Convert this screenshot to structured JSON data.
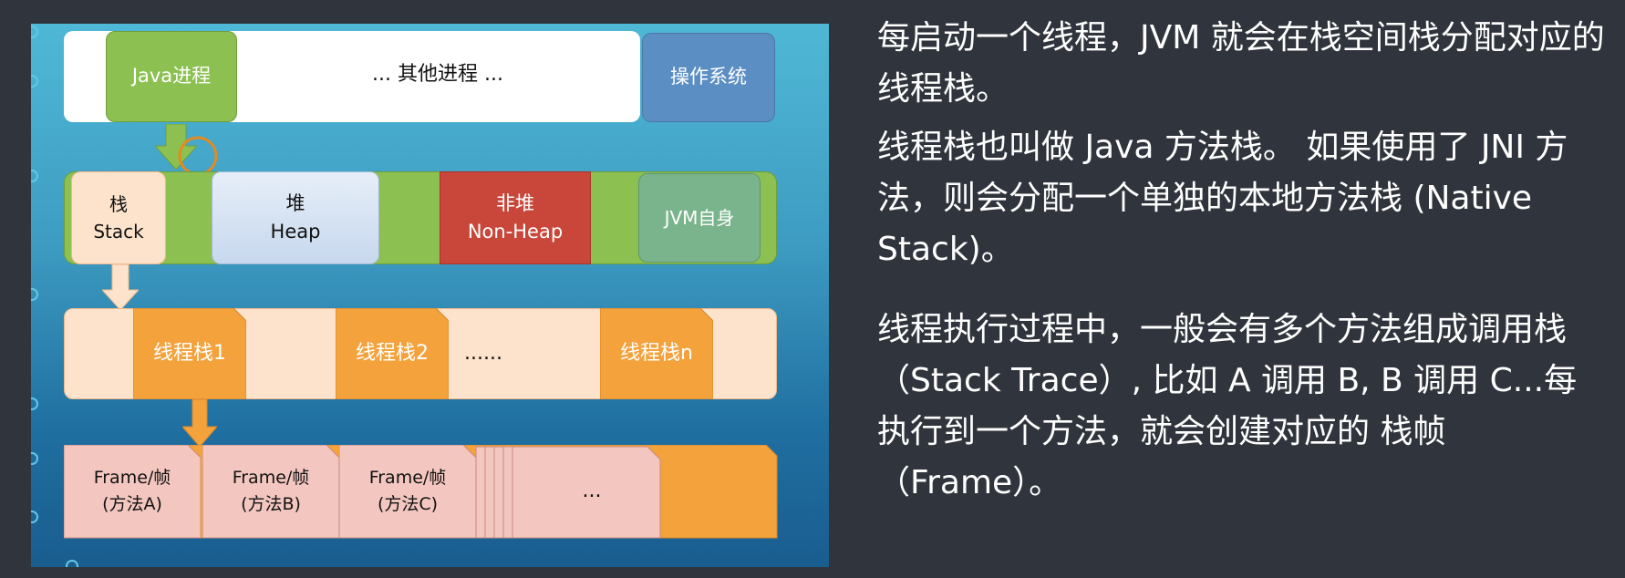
{
  "diagram": {
    "row1": {
      "java_process": "Java进程",
      "other_processes": "... 其他进程 ...",
      "operating_system": "操作系统"
    },
    "row2": {
      "stack_cn": "栈",
      "stack_en": "Stack",
      "heap_cn": "堆",
      "heap_en": "Heap",
      "nonheap_cn": "非堆",
      "nonheap_en": "Non-Heap",
      "jvm_self": "JVM自身"
    },
    "row3": {
      "thread_stack_1": "线程栈1",
      "thread_stack_2": "线程栈2",
      "ellipsis": "......",
      "thread_stack_n": "线程栈n"
    },
    "row4": {
      "frame_a_l1": "Frame/帧",
      "frame_a_l2": "(方法A)",
      "frame_b_l1": "Frame/帧",
      "frame_b_l2": "(方法B)",
      "frame_c_l1": "Frame/帧",
      "frame_c_l2": "(方法C)",
      "frame_more": "..."
    },
    "colors": {
      "green": "#8cc152",
      "blue": "#5b8fc4",
      "orange": "#f4a23c",
      "red": "#c9473a",
      "peach": "#fde3cc",
      "pink": "#f3c7c0"
    }
  },
  "notes": {
    "p1": "每启动一个线程，JVM 就会在栈空间栈分配对应的 线程栈。",
    "p2": "线程栈也叫做 Java 方法栈。 如果使用了 JNI 方法，则会分配一个单独的本地方法栈 (Native Stack)。",
    "p3": "线程执行过程中，一般会有多个方法组成调用栈（Stack Trace）, 比如 A 调用 B, B 调用 C...每执行到一个方法，就会创建对应的 栈帧（Frame）。"
  }
}
